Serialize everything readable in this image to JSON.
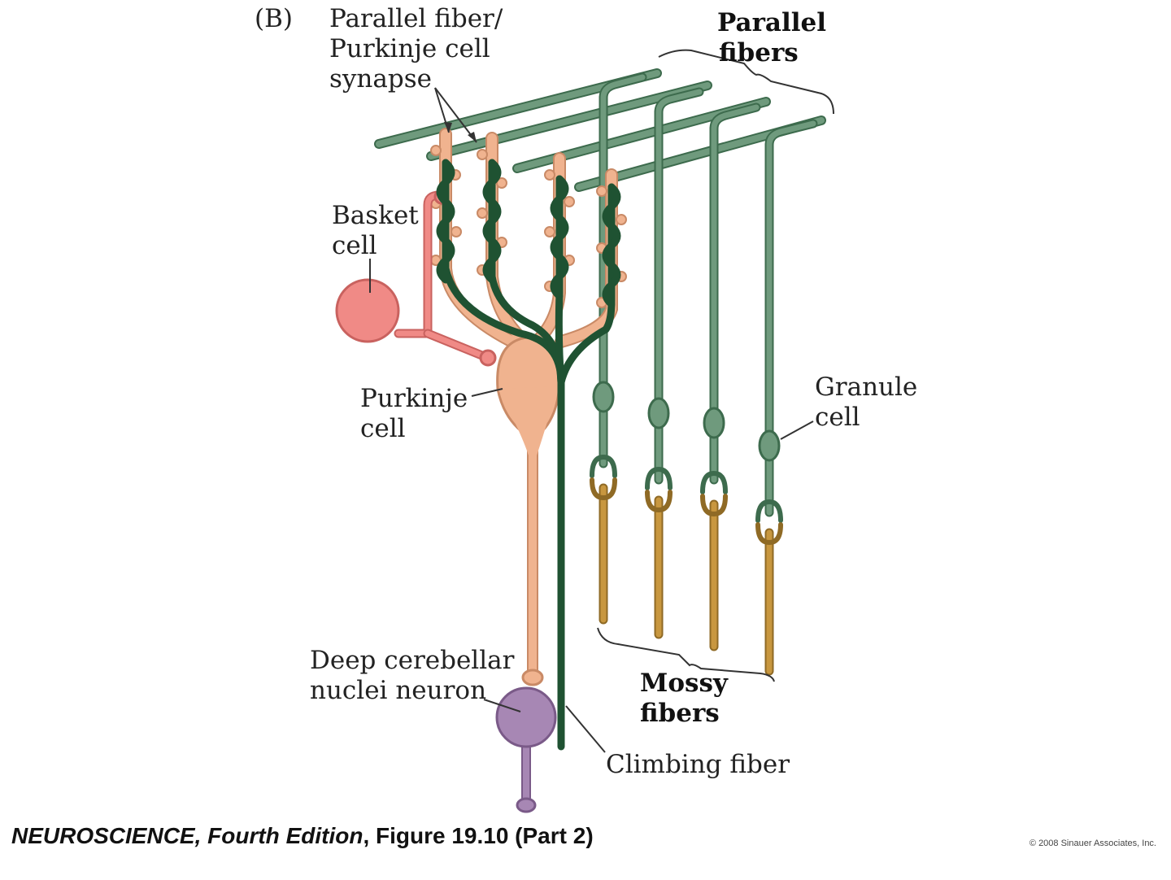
{
  "figure": {
    "panel_label": "(B)",
    "labels": {
      "pf_synapse": [
        "Parallel fiber/",
        "Purkinje cell",
        "synapse"
      ],
      "parallel_fibers": [
        "Parallel",
        "fibers"
      ],
      "basket_cell": [
        "Basket",
        "cell"
      ],
      "purkinje_cell": [
        "Purkinje",
        "cell"
      ],
      "granule_cell": [
        "Granule",
        "cell"
      ],
      "deep_nuclei": [
        "Deep cerebellar",
        "nuclei neuron"
      ],
      "mossy_fibers": [
        "Mossy",
        "fibers"
      ],
      "climbing_fiber": "Climbing fiber"
    }
  },
  "footer": {
    "book_title": "NEUROSCIENCE",
    "edition": ", Fourth Edition",
    "figure_ref": ", Figure 19.10 (Part 2)",
    "copyright": "© 2008 Sinauer Associates, Inc."
  },
  "colors": {
    "parallel_fiber": "#6f9a7d",
    "parallel_fiber_dark": "#3d6b4d",
    "climbing_fiber": "#1f5232",
    "purkinje": "#f0b38f",
    "purkinje_edge": "#c98a66",
    "basket": "#f08a86",
    "basket_edge": "#c9625f",
    "mossy": "#c8973f",
    "mossy_edge": "#8f6a25",
    "deep_nuclei": "#a787b4",
    "deep_nuclei_edge": "#7a5a88"
  }
}
